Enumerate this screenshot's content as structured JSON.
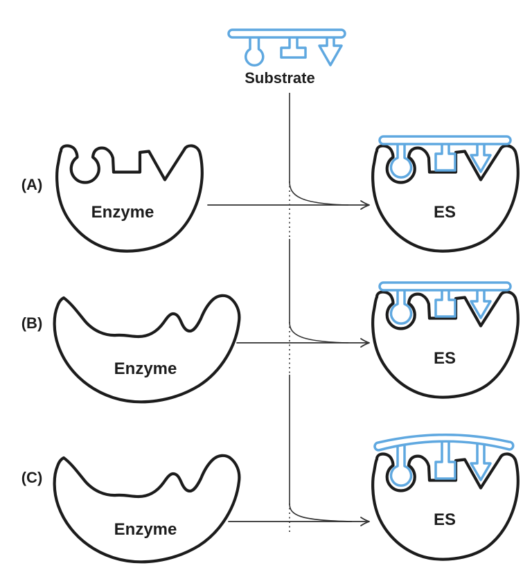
{
  "substrate": {
    "label": "Substrate"
  },
  "rows": [
    {
      "panel_label": "(A)",
      "enzyme_label": "Enzyme",
      "complex_label": "ES"
    },
    {
      "panel_label": "(B)",
      "enzyme_label": "Enzyme",
      "complex_label": "ES"
    },
    {
      "panel_label": "(C)",
      "enzyme_label": "Enzyme",
      "complex_label": "ES"
    }
  ],
  "colors": {
    "substrate_blue": "#5FA8E0",
    "outline_black": "#1C1C1C",
    "connector_gray": "#2E2E2E",
    "background": "#FFFFFF"
  }
}
